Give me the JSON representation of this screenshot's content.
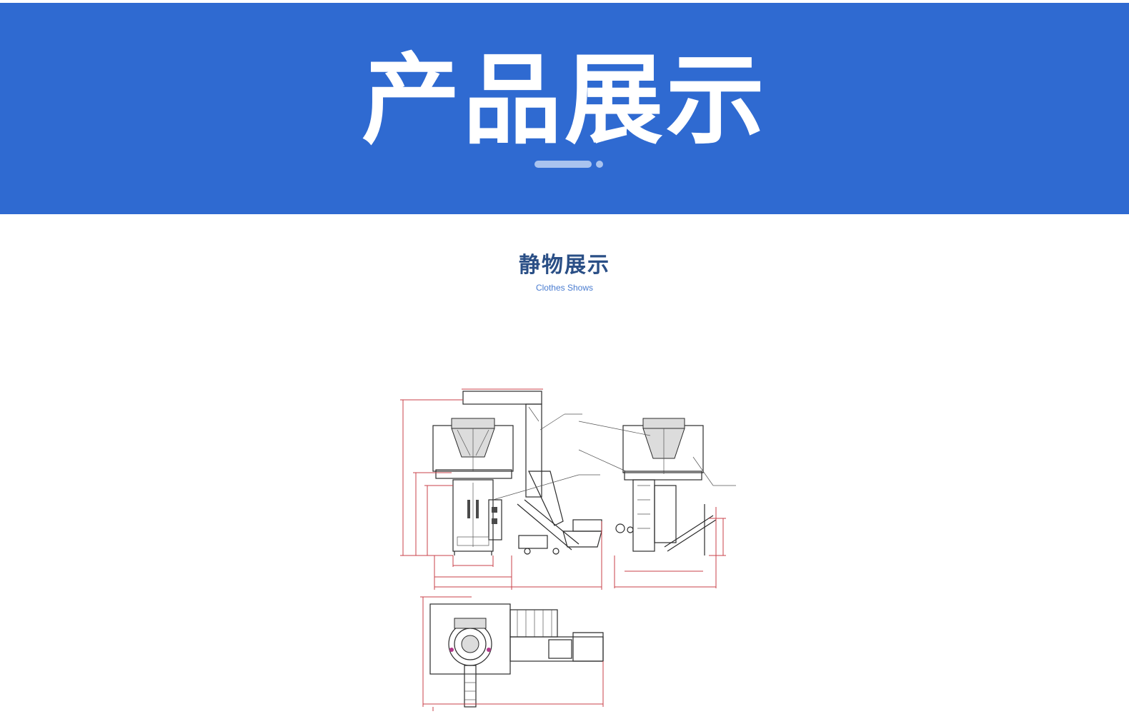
{
  "banner": {
    "title": "产品展示",
    "color": "#2f6ad1"
  },
  "section": {
    "title": "静物展示",
    "subtitle": "Clothes Shows"
  },
  "product_image": {
    "icon": "machine-drawing-icon"
  }
}
